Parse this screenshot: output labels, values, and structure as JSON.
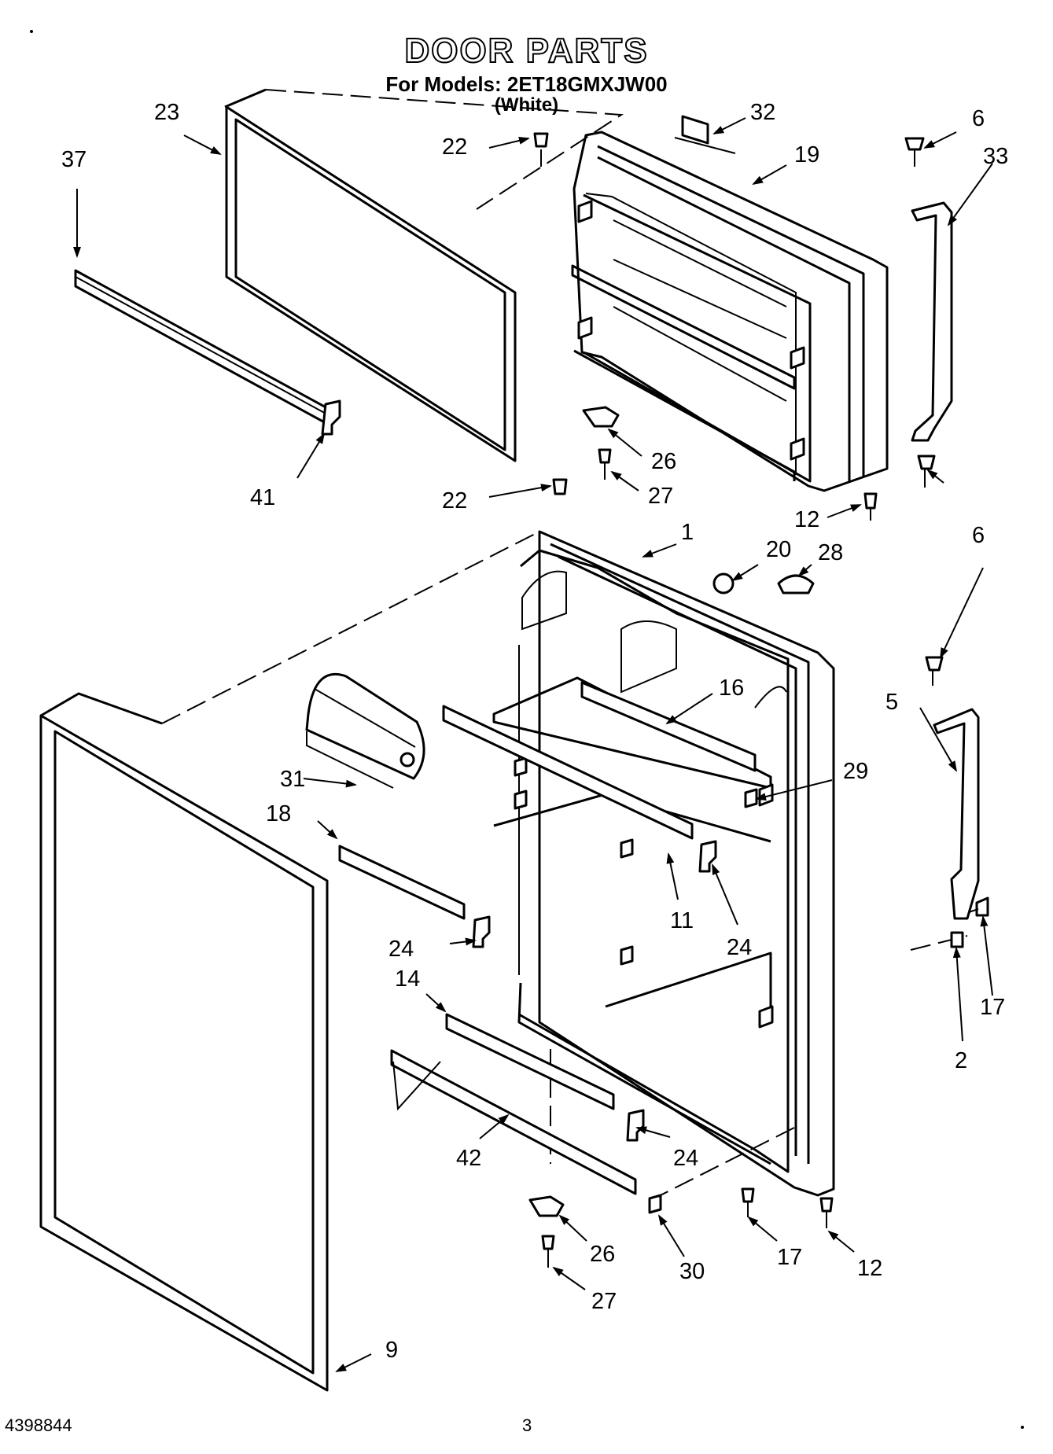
{
  "header": {
    "title": "DOOR PARTS",
    "models_line": "For Models: 2ET18GMXJW00",
    "color_line": "(White)"
  },
  "footer": {
    "doc_number": "4398844",
    "page_number": "3"
  },
  "callouts": [
    "23",
    "37",
    "22",
    "32",
    "6",
    "19",
    "33",
    "41",
    "26",
    "27",
    "22",
    "12",
    "1",
    "20",
    "28",
    "6",
    "16",
    "5",
    "31",
    "29",
    "18",
    "11",
    "24",
    "24",
    "14",
    "17",
    "2",
    "42",
    "24",
    "26",
    "30",
    "17",
    "12",
    "27",
    "9"
  ]
}
